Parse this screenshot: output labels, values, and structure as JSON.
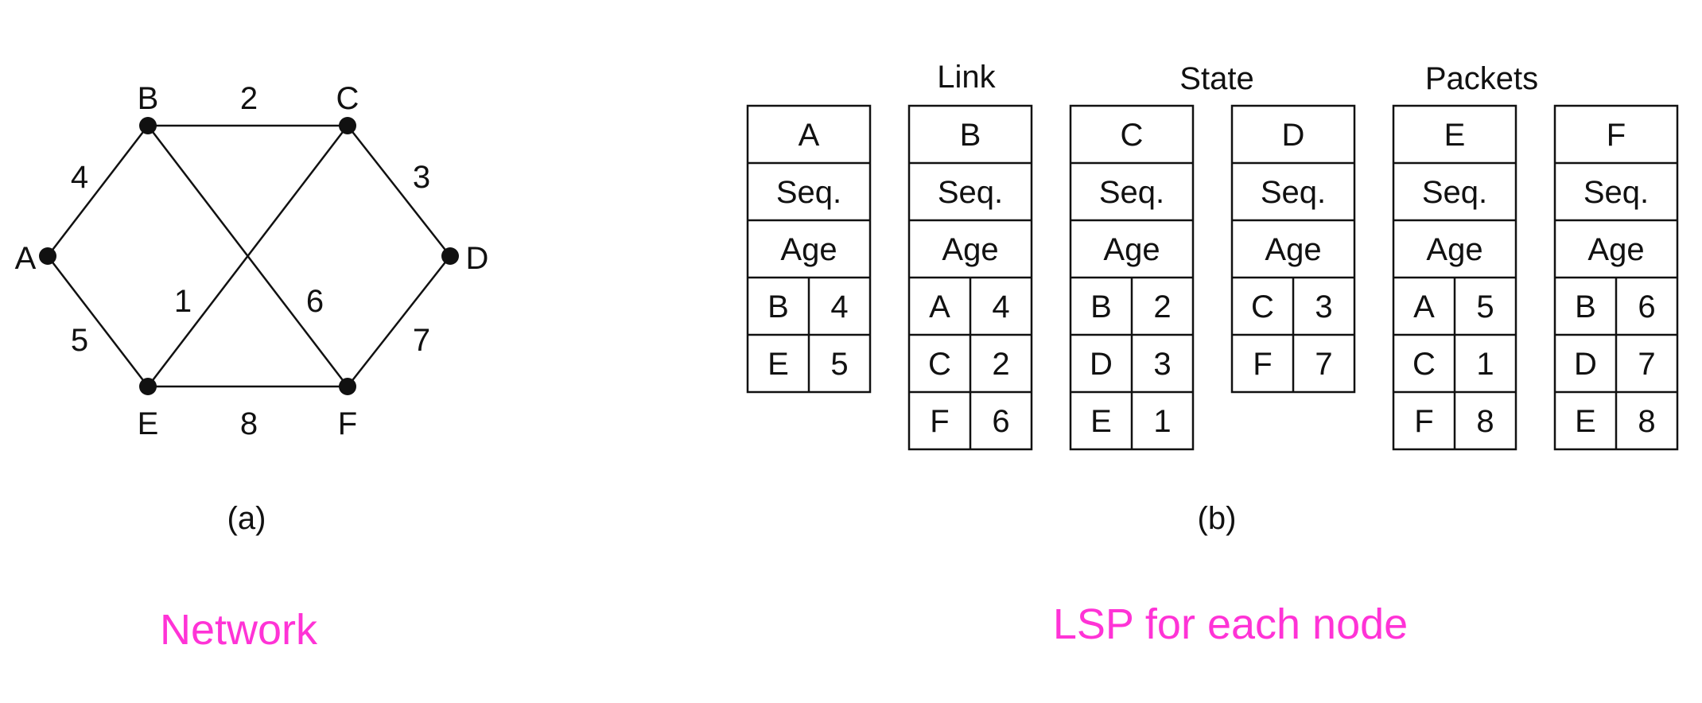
{
  "network": {
    "nodes": [
      {
        "id": "A"
      },
      {
        "id": "B"
      },
      {
        "id": "C"
      },
      {
        "id": "D"
      },
      {
        "id": "E"
      },
      {
        "id": "F"
      }
    ],
    "edges": [
      {
        "from": "A",
        "to": "B",
        "cost": "4"
      },
      {
        "from": "A",
        "to": "E",
        "cost": "5"
      },
      {
        "from": "B",
        "to": "C",
        "cost": "2"
      },
      {
        "from": "B",
        "to": "F",
        "cost": "6"
      },
      {
        "from": "C",
        "to": "D",
        "cost": "3"
      },
      {
        "from": "C",
        "to": "E",
        "cost": "1"
      },
      {
        "from": "D",
        "to": "F",
        "cost": "7"
      },
      {
        "from": "E",
        "to": "F",
        "cost": "8"
      }
    ],
    "panel_label": "(a)",
    "caption": "Network"
  },
  "lsp": {
    "header_words": [
      "Link",
      "State",
      "Packets"
    ],
    "seq_label": "Seq.",
    "age_label": "Age",
    "packets": [
      {
        "node": "A",
        "entries": [
          [
            "B",
            "4"
          ],
          [
            "E",
            "5"
          ]
        ]
      },
      {
        "node": "B",
        "entries": [
          [
            "A",
            "4"
          ],
          [
            "C",
            "2"
          ],
          [
            "F",
            "6"
          ]
        ]
      },
      {
        "node": "C",
        "entries": [
          [
            "B",
            "2"
          ],
          [
            "D",
            "3"
          ],
          [
            "E",
            "1"
          ]
        ]
      },
      {
        "node": "D",
        "entries": [
          [
            "C",
            "3"
          ],
          [
            "F",
            "7"
          ]
        ]
      },
      {
        "node": "E",
        "entries": [
          [
            "A",
            "5"
          ],
          [
            "C",
            "1"
          ],
          [
            "F",
            "8"
          ]
        ]
      },
      {
        "node": "F",
        "entries": [
          [
            "B",
            "6"
          ],
          [
            "D",
            "7"
          ],
          [
            "E",
            "8"
          ]
        ]
      }
    ],
    "panel_label": "(b)",
    "caption": "LSP for each node"
  },
  "colors": {
    "ink": "#111111",
    "caption": "#ff33d6",
    "background": "#ffffff"
  }
}
